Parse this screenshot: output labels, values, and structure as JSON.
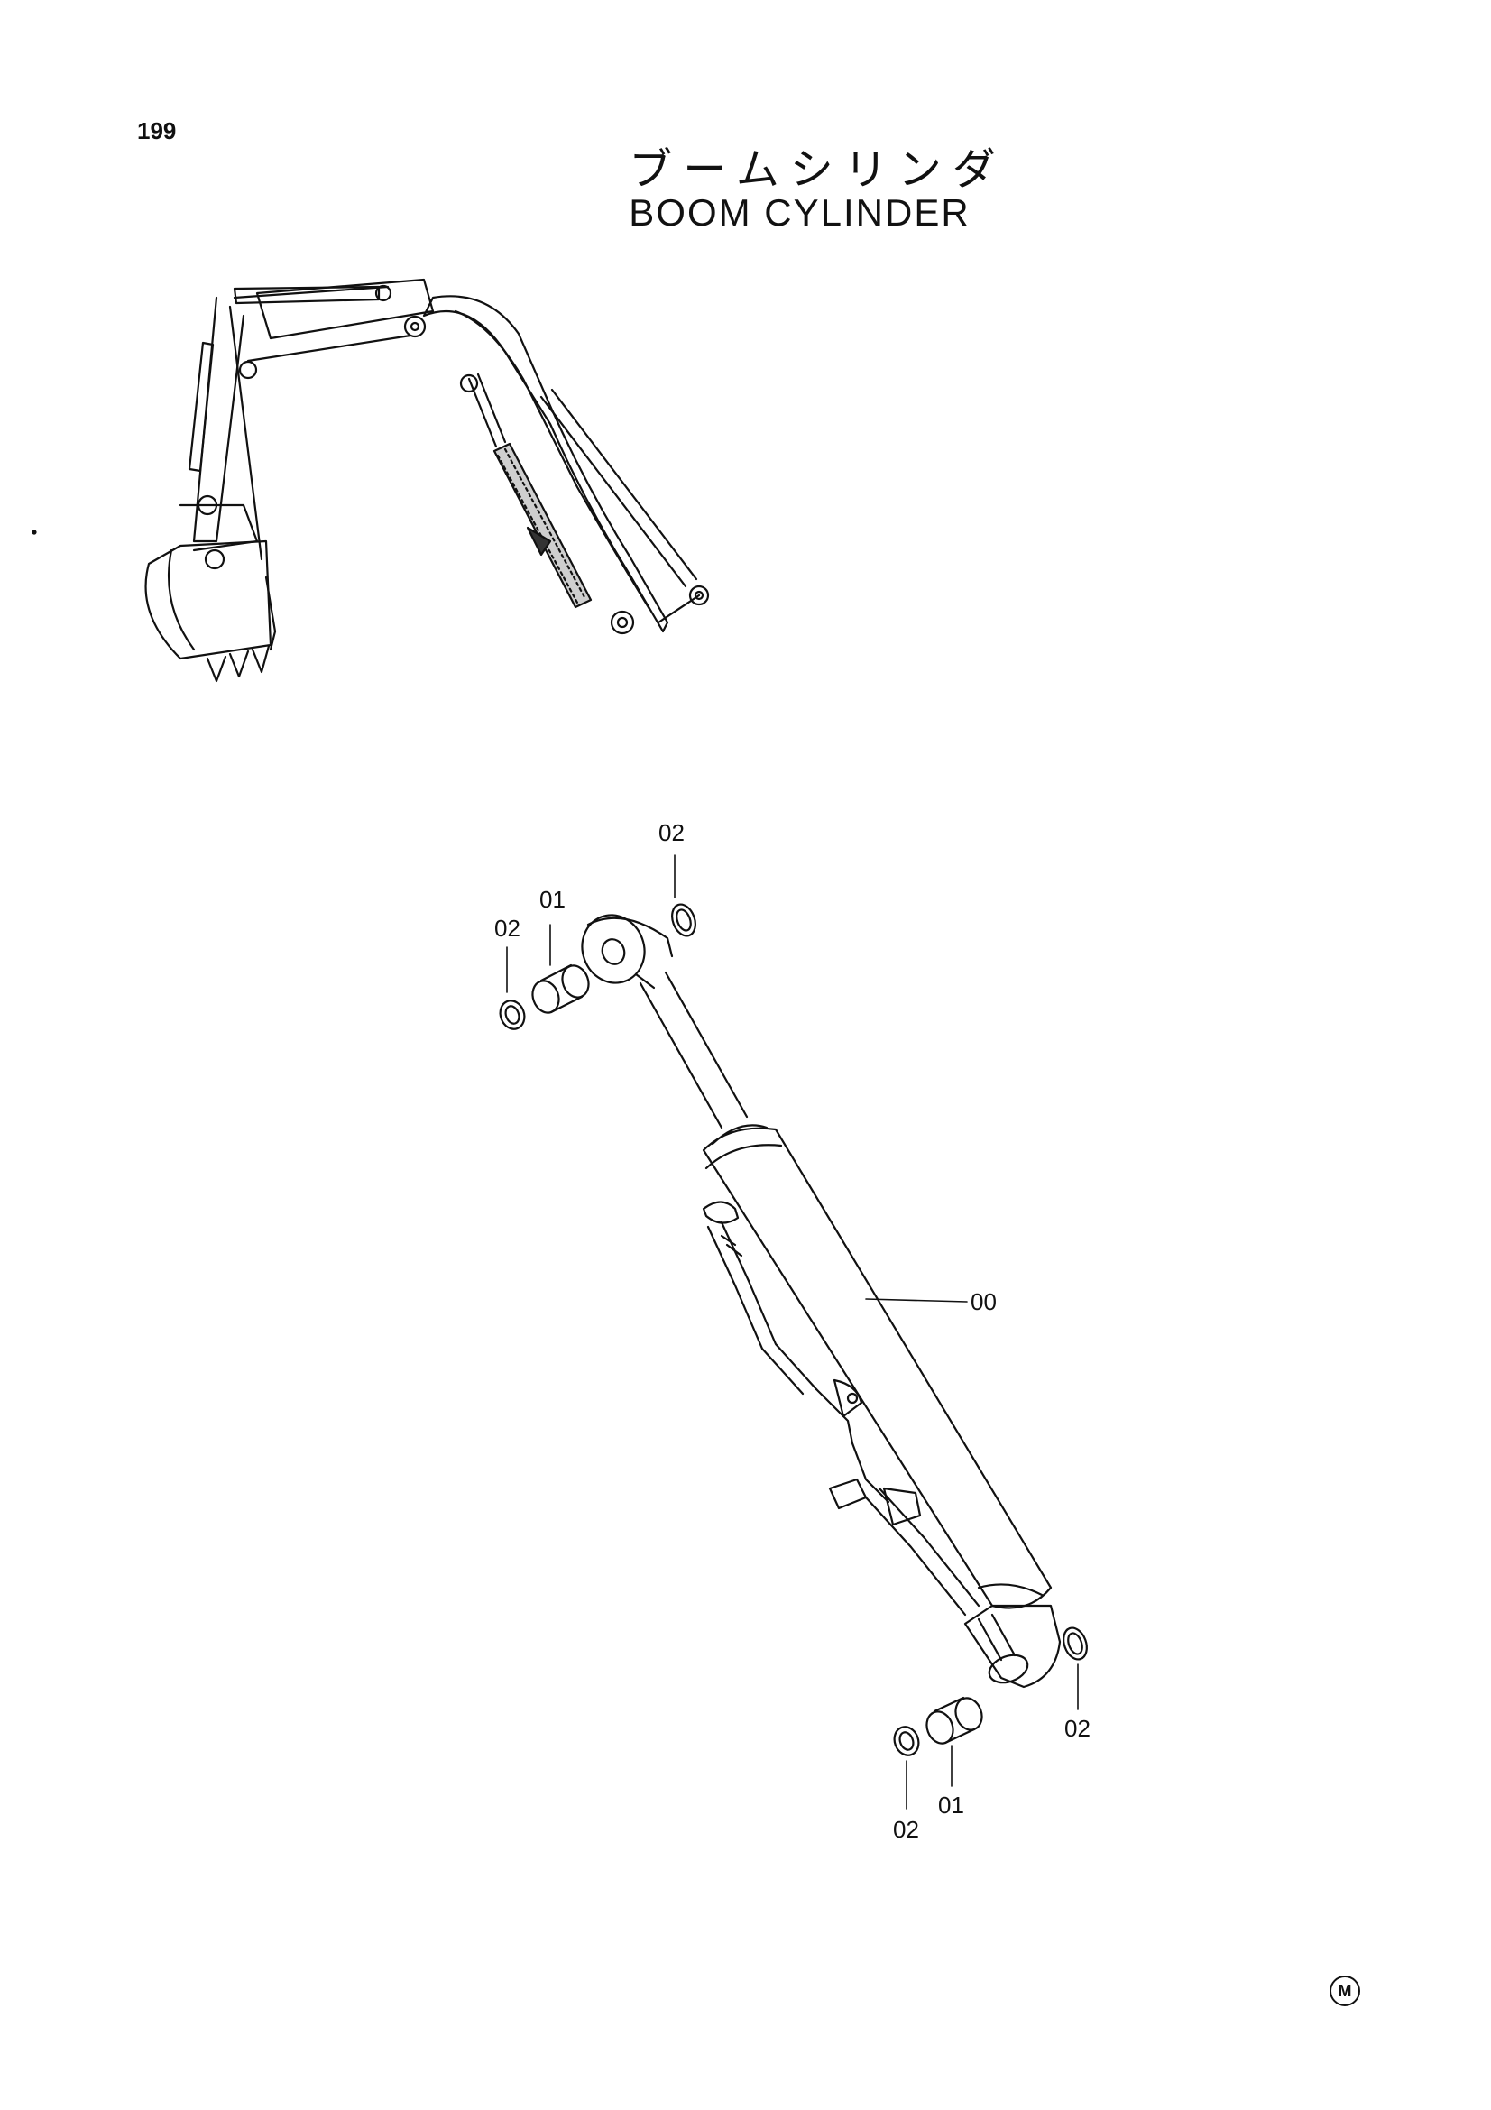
{
  "page_number": "199",
  "title_jp": "ブームシリンダ",
  "title_en": "BOOM CYLINDER",
  "callouts": {
    "top_ring_right": "02",
    "top_bush": "01",
    "top_ring_left": "02",
    "cylinder": "00",
    "bottom_ring_right": "02",
    "bottom_bush": "01",
    "bottom_ring_left": "02"
  },
  "manufacturer_mark": "M"
}
